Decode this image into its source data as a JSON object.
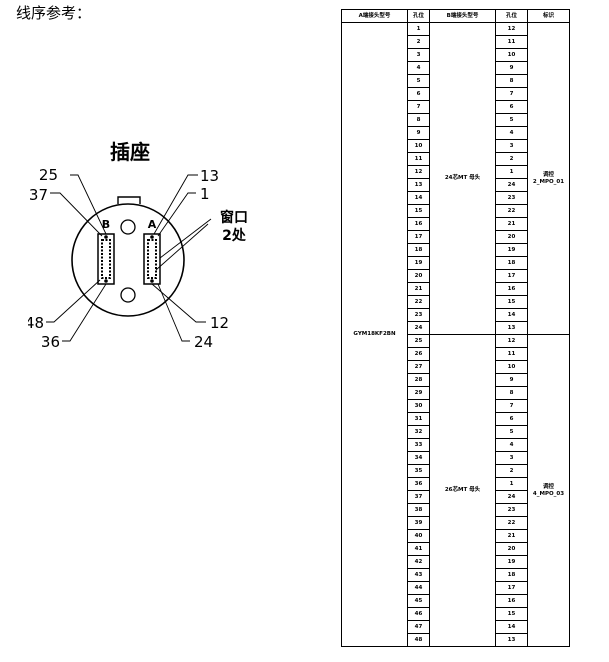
{
  "heading": "线序参考：",
  "diagram": {
    "title": "插座",
    "label_25": "25",
    "label_13": "13",
    "label_37": "37",
    "label_1": "1",
    "label_b": "B",
    "label_a": "A",
    "label_window_1": "窗口",
    "label_window_2": "2处",
    "label_48": "48",
    "label_12": "12",
    "label_36": "36",
    "label_24": "24"
  },
  "table": {
    "headers": [
      "A端接头型号",
      "孔位",
      "B端接头型号",
      "孔位",
      "标识"
    ],
    "a_model": "GYM18KF2BN",
    "groups": [
      {
        "b_model": "24芯MT 母头",
        "tag_1": "调控",
        "tag_2": "2_MPO_01",
        "rows": [
          {
            "a": "1",
            "b": "12"
          },
          {
            "a": "2",
            "b": "11"
          },
          {
            "a": "3",
            "b": "10"
          },
          {
            "a": "4",
            "b": "9"
          },
          {
            "a": "5",
            "b": "8"
          },
          {
            "a": "6",
            "b": "7"
          },
          {
            "a": "7",
            "b": "6"
          },
          {
            "a": "8",
            "b": "5"
          },
          {
            "a": "9",
            "b": "4"
          },
          {
            "a": "10",
            "b": "3"
          },
          {
            "a": "11",
            "b": "2"
          },
          {
            "a": "12",
            "b": "1"
          },
          {
            "a": "13",
            "b": "24"
          },
          {
            "a": "14",
            "b": "23"
          },
          {
            "a": "15",
            "b": "22"
          },
          {
            "a": "16",
            "b": "21"
          },
          {
            "a": "17",
            "b": "20"
          },
          {
            "a": "18",
            "b": "19"
          },
          {
            "a": "19",
            "b": "18"
          },
          {
            "a": "20",
            "b": "17"
          },
          {
            "a": "21",
            "b": "16"
          },
          {
            "a": "22",
            "b": "15"
          },
          {
            "a": "23",
            "b": "14"
          },
          {
            "a": "24",
            "b": "13"
          }
        ]
      },
      {
        "b_model": "26芯MT 母头",
        "tag_1": "调控",
        "tag_2": "4_MPO_03",
        "rows": [
          {
            "a": "25",
            "b": "12"
          },
          {
            "a": "26",
            "b": "11"
          },
          {
            "a": "27",
            "b": "10"
          },
          {
            "a": "28",
            "b": "9"
          },
          {
            "a": "29",
            "b": "8"
          },
          {
            "a": "30",
            "b": "7"
          },
          {
            "a": "31",
            "b": "6"
          },
          {
            "a": "32",
            "b": "5"
          },
          {
            "a": "33",
            "b": "4"
          },
          {
            "a": "34",
            "b": "3"
          },
          {
            "a": "35",
            "b": "2"
          },
          {
            "a": "36",
            "b": "1"
          },
          {
            "a": "37",
            "b": "24"
          },
          {
            "a": "38",
            "b": "23"
          },
          {
            "a": "39",
            "b": "22"
          },
          {
            "a": "40",
            "b": "21"
          },
          {
            "a": "41",
            "b": "20"
          },
          {
            "a": "42",
            "b": "19"
          },
          {
            "a": "43",
            "b": "18"
          },
          {
            "a": "44",
            "b": "17"
          },
          {
            "a": "45",
            "b": "16"
          },
          {
            "a": "46",
            "b": "15"
          },
          {
            "a": "47",
            "b": "14"
          },
          {
            "a": "48",
            "b": "13"
          }
        ]
      }
    ]
  }
}
